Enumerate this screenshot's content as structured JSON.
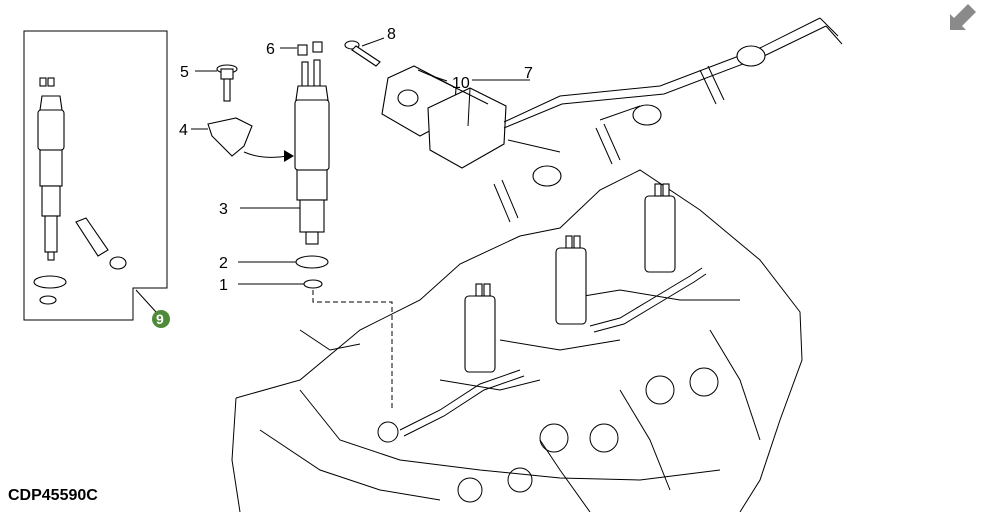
{
  "figure_code": "CDP45590C",
  "callouts": {
    "c1": "1",
    "c2": "2",
    "c3": "3",
    "c4": "4",
    "c5": "5",
    "c6": "6",
    "c7": "7",
    "c8": "8",
    "c9": "9",
    "c10": "10"
  },
  "colors": {
    "callout_badge": "#4f8a3a",
    "nav_arrow": "#8a8a8a",
    "line": "#000000",
    "background": "#ffffff"
  },
  "icons": {
    "nav": "arrow-down-left-icon"
  }
}
